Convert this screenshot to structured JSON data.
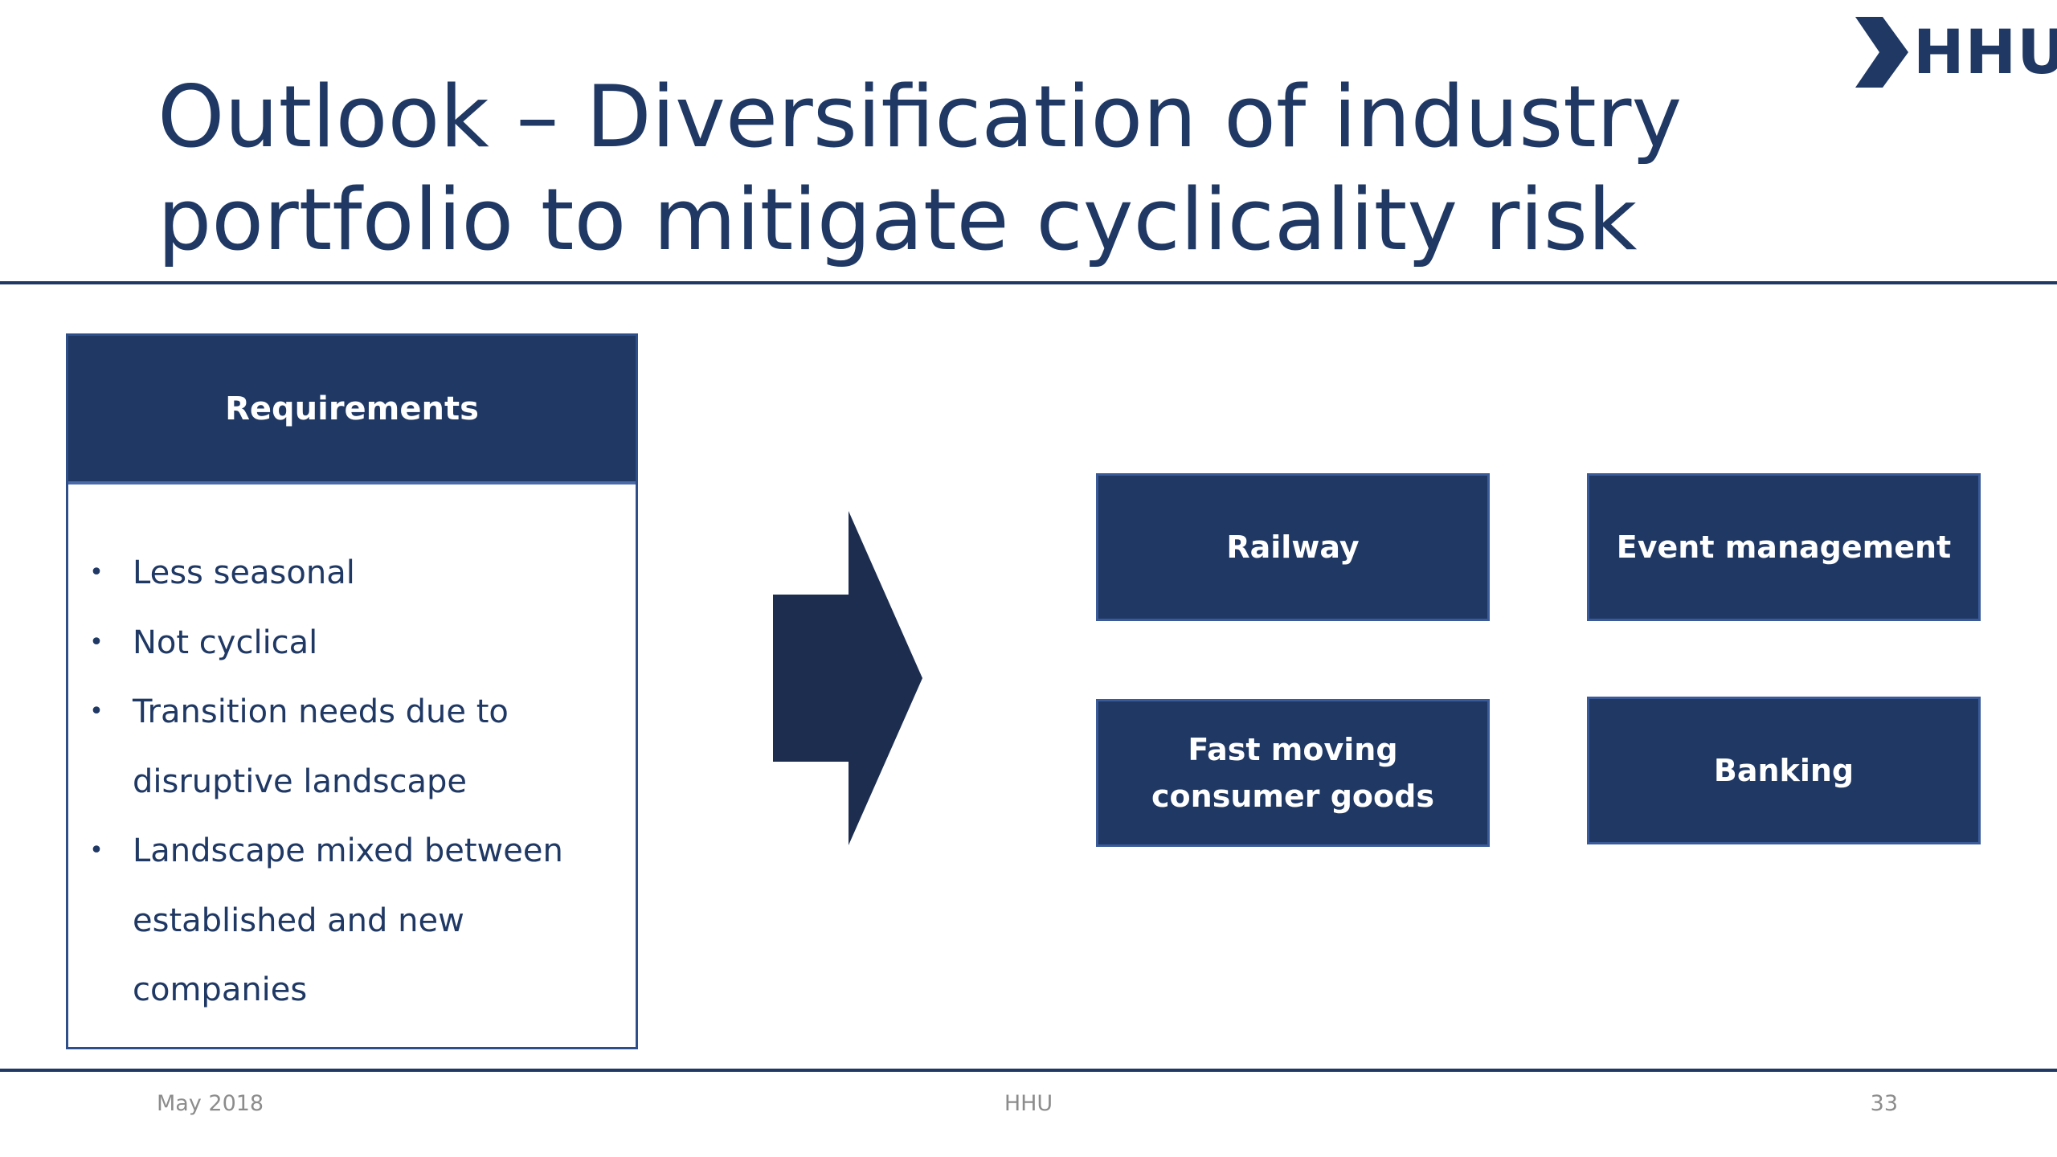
{
  "logo": {
    "text": "HHU"
  },
  "title": {
    "line1": "Outlook – Diversification of industry",
    "line2": "portfolio to mitigate cyclicality risk"
  },
  "requirements": {
    "header": "Requirements",
    "bullet": "•",
    "items": [
      "Less seasonal",
      "Not cyclical",
      "Transition needs due to disruptive landscape",
      "Landscape mixed between established and new companies"
    ]
  },
  "industries": {
    "railway": "Railway",
    "event_management": "Event management",
    "fmcg": "Fast moving consumer goods",
    "banking": "Banking"
  },
  "footer": {
    "date": "May 2018",
    "center": "HHU",
    "page_number": "33"
  },
  "colors": {
    "primary": "#1f3864",
    "arrow": "#1c2d4f",
    "footer_text": "#8c8c8c"
  },
  "icons": {
    "logo_mark": "chevron-right-icon",
    "arrow": "arrow-right-icon"
  }
}
